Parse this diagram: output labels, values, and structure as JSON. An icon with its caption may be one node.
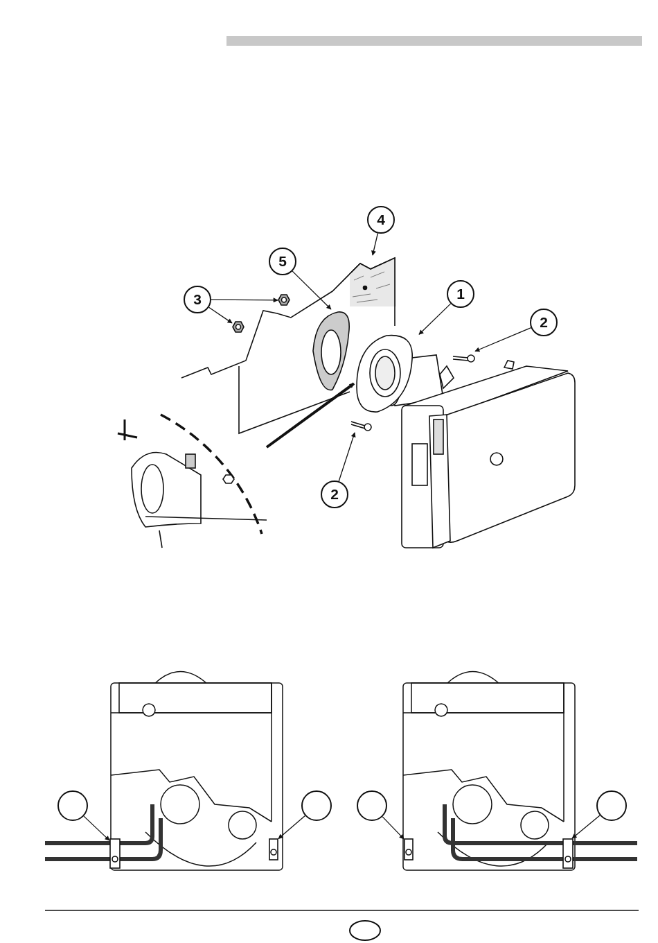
{
  "diagram": {
    "nodes": [
      {
        "text": [
          "4"
        ]
      },
      {
        "text": [
          "5"
        ]
      },
      {
        "text": [
          "3"
        ]
      },
      {
        "text": [
          "1"
        ]
      },
      {
        "text": [
          "2"
        ]
      },
      {
        "text": [
          "2"
        ]
      },
      {
        "text": [],
        "shape": "picture"
      },
      {
        "text": [],
        "shape": "picture"
      },
      {
        "text": [],
        "shape": "picture"
      },
      {
        "text": [],
        "shape": "picture"
      },
      {
        "text": [],
        "shape": "picture"
      },
      {
        "text": [],
        "shape": "picture"
      },
      {
        "text": [],
        "shape": "picture"
      },
      {
        "text": [],
        "shape": "picture"
      },
      {
        "text": [],
        "shape": "circle"
      },
      {
        "text": [],
        "shape": "circle"
      },
      {
        "text": [],
        "shape": "circle"
      },
      {
        "text": [],
        "shape": "circle"
      },
      {
        "text": [],
        "shape": "picture"
      },
      {
        "text": [],
        "shape": "picture"
      },
      {
        "text": [],
        "shape": "picture"
      },
      {
        "text": [],
        "shape": "picture"
      }
    ],
    "edges": [
      {
        "from": 0,
        "to": 6,
        "arrow": "to"
      },
      {
        "from": 1,
        "to": 7,
        "arrow": "to"
      },
      {
        "from": 2,
        "to": 8,
        "arrow": "to"
      },
      {
        "from": 2,
        "to": 9,
        "arrow": "to"
      },
      {
        "from": 3,
        "to": 10,
        "arrow": "to"
      },
      {
        "from": 4,
        "to": 11,
        "arrow": "to"
      },
      {
        "from": 5,
        "to": 12,
        "arrow": "to"
      },
      {
        "from": 13,
        "to": 10,
        "arrow": "to",
        "style": "thick"
      },
      {
        "from": 14,
        "to": 18,
        "arrow": "to"
      },
      {
        "from": 15,
        "to": 19,
        "arrow": "to"
      },
      {
        "from": 16,
        "to": 20,
        "arrow": "to"
      },
      {
        "from": 17,
        "to": 21,
        "arrow": "to"
      }
    ]
  }
}
